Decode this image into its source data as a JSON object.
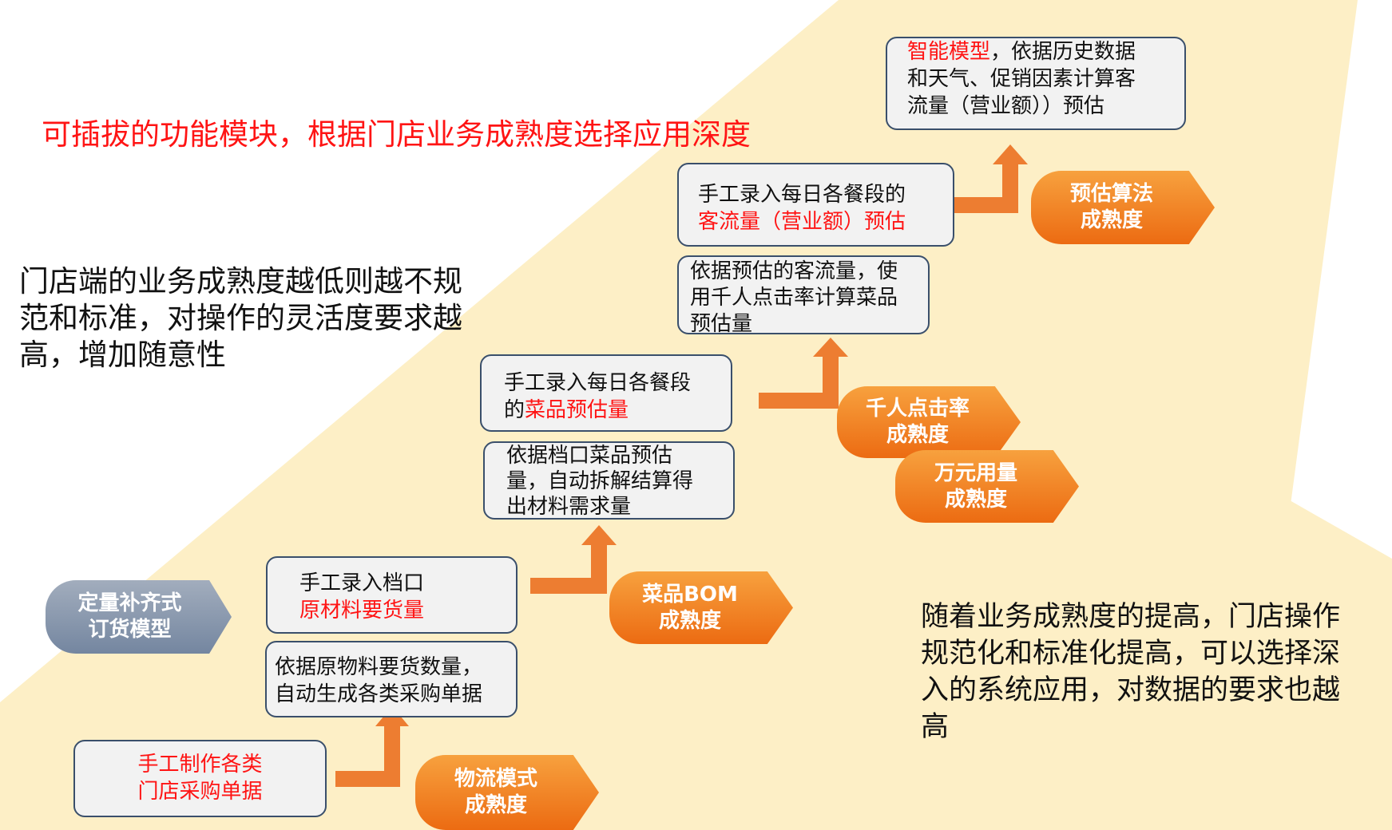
{
  "colors": {
    "accent": "#ff1414",
    "orange": "#ed7d31",
    "band": "#fdefc6",
    "box_border": "#3a4f6b",
    "grey_badge": "#8796ab"
  },
  "headline": "可插拔的功能模块，根据门店业务成熟度选择应用深度",
  "left_note": [
    "门店端的业务成熟度越低则越不规",
    "范和标准，对操作的灵活度要求越",
    "高，增加随意性"
  ],
  "right_note": [
    "随着业务成熟度的提高，门店操作",
    "规范化和标准化提高，可以选择深",
    "入的系统应用，对数据的要求也越",
    "高"
  ],
  "model_badge": [
    "定量补齐式",
    "订货模型"
  ],
  "boxes": {
    "b1": {
      "l1": "手工制作各类",
      "l2": "门店采购单据"
    },
    "b2": {
      "l1": "手工录入档口",
      "l2": "原材料要货量"
    },
    "b3": {
      "l1": "依据原物料要货数量，",
      "l2": "自动生成各类采购单据"
    },
    "b4": {
      "l1": "手工录入每日各餐段",
      "l2a": "的",
      "l2b": "菜品预估量"
    },
    "b5": {
      "l1": "依据档口菜品预估",
      "l2": "量，自动拆解结算得",
      "l3": "出材料需求量"
    },
    "b6": {
      "l1": "手工录入每日各餐段的",
      "l2": "客流量（营业额）预估"
    },
    "b7": {
      "l1": "依据预估的客流量，使",
      "l2": "用千人点击率计算菜品",
      "l3": "预估量"
    },
    "b8": {
      "l1a": "智能模型",
      "l1b": "，依据历史数据",
      "l2": "和天气、促销因素计算客",
      "l3": "流量（营业额））预估"
    }
  },
  "stages": [
    {
      "l1": "物流模式",
      "l2": "成熟度"
    },
    {
      "l1": "菜品BOM",
      "l2": "成熟度"
    },
    {
      "l1": "千人点击率",
      "l2": "成熟度"
    },
    {
      "l1": "万元用量",
      "l2": "成熟度"
    },
    {
      "l1": "预估算法",
      "l2": "成熟度"
    }
  ]
}
